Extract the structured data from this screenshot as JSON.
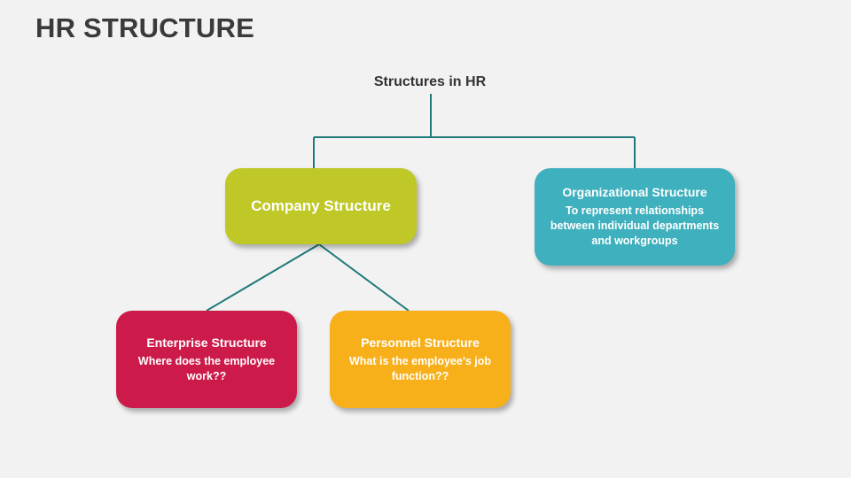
{
  "title": "HR STRUCTURE",
  "root": {
    "label": "Structures in HR"
  },
  "nodes": {
    "company": {
      "title": "Company Structure",
      "color": "#bfc826"
    },
    "organizational": {
      "title": "Organizational Structure",
      "description": "To represent relationships between individual departments and workgroups",
      "color": "#3fb0bd"
    },
    "enterprise": {
      "title": "Enterprise Structure",
      "description": "Where does the employee work??",
      "color": "#cc1b4a"
    },
    "personnel": {
      "title": "Personnel Structure",
      "description": "What is the employee’s job function??",
      "color": "#f8b01a"
    }
  },
  "connector_color": "#1f7a7a"
}
